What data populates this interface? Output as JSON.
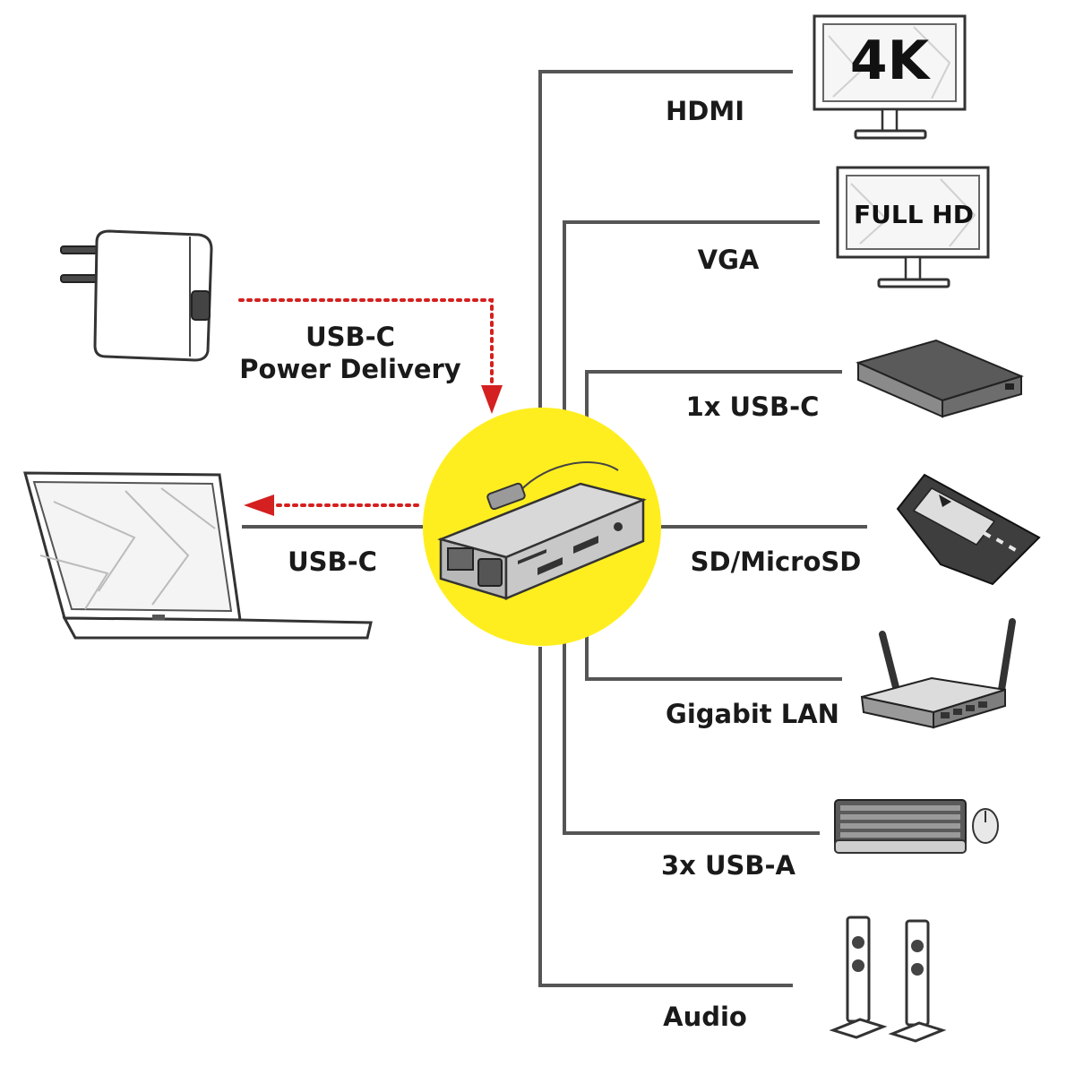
{
  "hub": {
    "circle_color": "#ffee1f"
  },
  "colors": {
    "wire": "#555555",
    "power_arrow": "#d42020",
    "text": "#1a1a1a"
  },
  "left_connections": {
    "power": {
      "label_line1": "USB-C",
      "label_line2": "Power Delivery",
      "icon": "power-adapter-icon"
    },
    "laptop": {
      "label": "USB-C",
      "icon": "laptop-icon"
    }
  },
  "right_connections": [
    {
      "label": "HDMI",
      "icon": "monitor-4k-icon",
      "screen_text": "4K"
    },
    {
      "label": "VGA",
      "icon": "monitor-fullhd-icon",
      "screen_text": "FULL HD"
    },
    {
      "label": "1x USB-C",
      "icon": "external-drive-icon"
    },
    {
      "label": "SD/MicroSD",
      "icon": "sd-card-icon"
    },
    {
      "label": "Gigabit LAN",
      "icon": "router-icon"
    },
    {
      "label": "3x USB-A",
      "icon": "keyboard-mouse-icon"
    },
    {
      "label": "Audio",
      "icon": "speakers-icon"
    }
  ]
}
